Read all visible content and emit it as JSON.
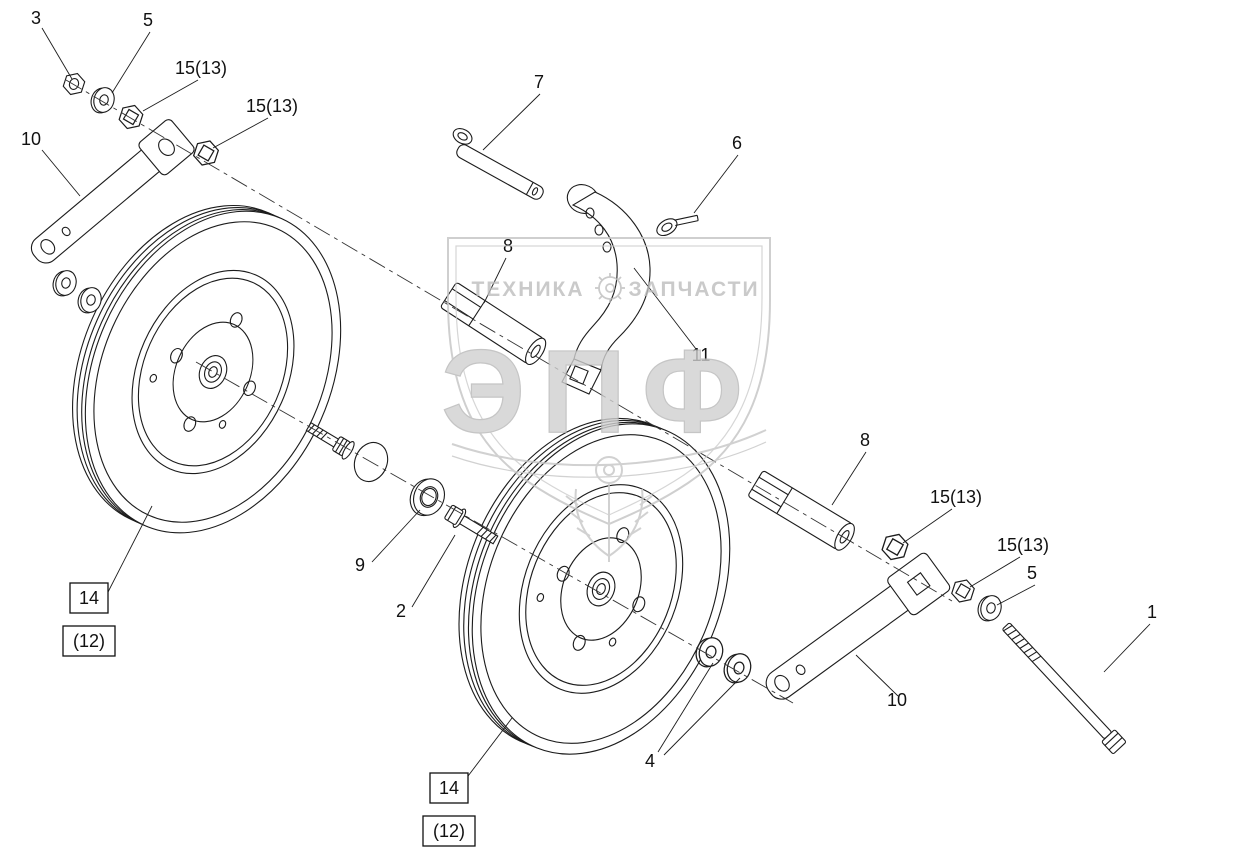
{
  "page": {
    "background": "#ffffff"
  },
  "diagram": {
    "type": "exploded-parts-view",
    "callouts": [
      {
        "label": "3"
      },
      {
        "label": "5"
      },
      {
        "label": "15(13)"
      },
      {
        "label": "15(13)"
      },
      {
        "label": "10"
      },
      {
        "label": "7"
      },
      {
        "label": "6"
      },
      {
        "label": "8"
      },
      {
        "label": "11"
      },
      {
        "label": "8"
      },
      {
        "label": "15(13)"
      },
      {
        "label": "15(13)"
      },
      {
        "label": "5"
      },
      {
        "label": "1"
      },
      {
        "label": "9"
      },
      {
        "label": "2"
      },
      {
        "label": "10"
      },
      {
        "label": "4"
      }
    ],
    "boxed_callouts": [
      {
        "label": "14"
      },
      {
        "label": "(12)"
      },
      {
        "label": "14"
      },
      {
        "label": "(12)"
      }
    ],
    "watermark": {
      "title_left": "ТЕХНИКА",
      "title_right": "ЗАПЧАСТИ",
      "big_text": "ЭПФ",
      "color": "#c6c6c6"
    }
  }
}
